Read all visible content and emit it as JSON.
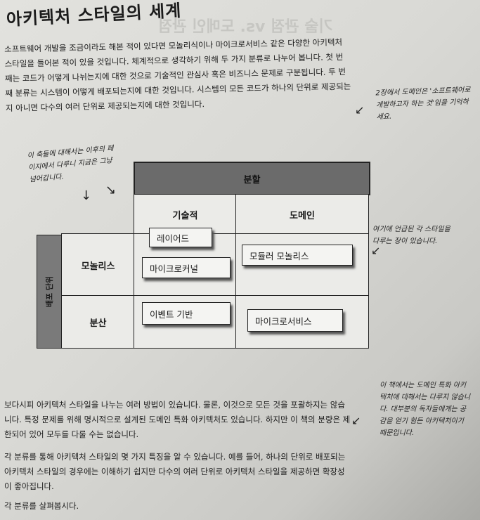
{
  "title": "아키텍처 스타일의 세계",
  "bleed_through_heading": "기술 관점 vs. 도메인 관점",
  "intro_paragraph": "소프트웨어 개발을 조금이라도 해본 적이 있다면 모놀리식이나 마이크로서비스 같은 다양한 아키텍처 스타일을 들어본 적이 있을 것입니다. 체계적으로 생각하기 위해 두 가지 분류로 나누어 봅니다. 첫 번째는 코드가 어떻게 나뉘는지에 대한 것으로 기술적인 관심사 혹은 비즈니스 문제로 구분됩니다. 두 번째 분류는 시스템이 어떻게 배포되는지에 대한 것입니다. 시스템의 모든 코드가 하나의 단위로 제공되는지 아니면 다수의 여러 단위로 제공되는지에 대한 것입니다.",
  "notes": {
    "chapter2": "2장에서 도메인은 '소프트웨어로 개발하고자 하는 것'임을 기억하세요.",
    "axes": "이 축들에 대해서는 이후의 페이지에서 다루니 지금은 그냥 넘어갑니다.",
    "styles": "여기에 언급된 각 스타일을 다루는 장이 있습니다.",
    "domain_specific": "이 책에서는 도메인 특화 아키텍처에 대해서는 다루지 않습니다. 대부분의 독자들에게는 공감을 얻기 힘든 아키텍처이기 때문입니다."
  },
  "diagram": {
    "top_header": "분할",
    "columns": [
      "기술적",
      "도메인"
    ],
    "side_header": "배포 단위",
    "rows": [
      "모놀리스",
      "분산"
    ],
    "styles": {
      "layered": "레이어드",
      "microkernel": "마이크로커널",
      "modular_monolith": "모듈러 모놀리스",
      "event_driven": "이벤트 기반",
      "microservices": "마이크로서비스"
    }
  },
  "paragraphs": [
    "보다시피 아키텍처 스타일을 나누는 여러 방법이 있습니다. 물론, 이것으로 모든 것을 포괄하지는 않습니다. 특정 문제를 위해 명시적으로 설계된 도메인 특화 아키텍처도 있습니다. 하지만 이 책의 분량은 제한되어 있어 모두를 다룰 수는 없습니다.",
    "각 분류를 통해 아키텍처 스타일의 몇 가지 특징을 알 수 있습니다. 예를 들어, 하나의 단위로 배포되는 아키텍처 스타일의 경우에는 이해하기 쉽지만 다수의 여러 단위로 아키텍처 스타일을 제공하면 확장성이 좋아집니다.",
    "각 분류를 살펴봅시다."
  ]
}
